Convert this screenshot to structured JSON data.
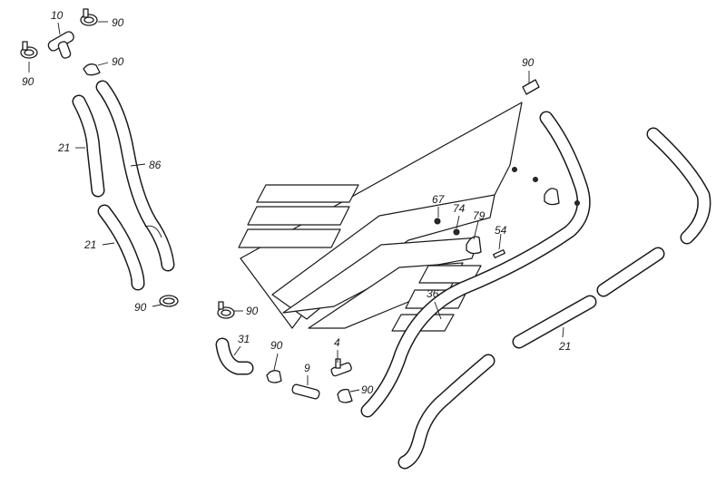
{
  "diagram": {
    "callouts": {
      "c10": "10",
      "c90_top_left_clamp": "90",
      "c90_top_mid_clamp": "90",
      "c90_top_mid_clip": "90",
      "c21_upper_left": "21",
      "c86": "86",
      "c21_lower_left": "21",
      "c90_left_clamp": "90",
      "c90_mid_clamp": "90",
      "c31": "31",
      "c90_lower_clip": "90",
      "c9": "9",
      "c4": "4",
      "c90_lower_clamp": "90",
      "c90_top_right_clip": "90",
      "c67": "67",
      "c74": "74",
      "c79": "79",
      "c54": "54",
      "c36": "36",
      "c21_right": "21"
    }
  }
}
